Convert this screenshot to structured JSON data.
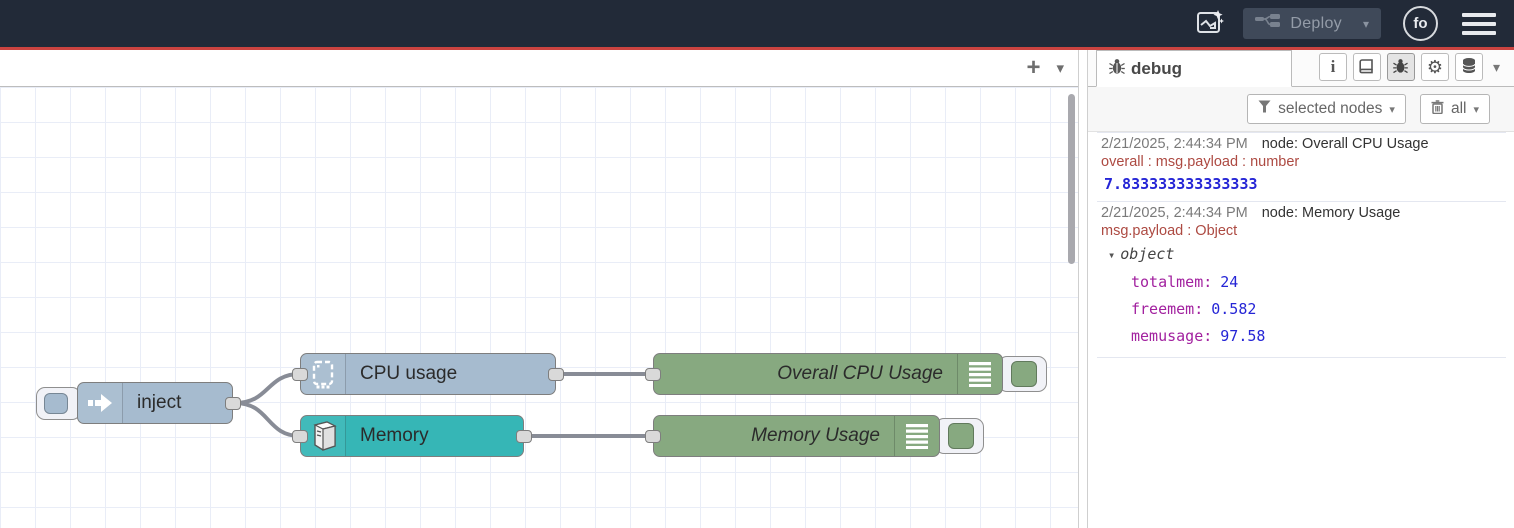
{
  "header": {
    "deploy_label": "Deploy",
    "avatar_text": "fo"
  },
  "icons": {
    "caret_down": "▾",
    "plus": "+",
    "info_glyph": "i",
    "gear_glyph": "⚙"
  },
  "flow": {
    "nodes": {
      "inject": {
        "label": "inject",
        "color": "#a6bbcf"
      },
      "cpu": {
        "label": "CPU usage",
        "color": "#a6bbcf"
      },
      "memory": {
        "label": "Memory",
        "color": "#36b6b6"
      },
      "overall": {
        "label": "Overall CPU Usage",
        "color": "#87a980"
      },
      "memusage": {
        "label": "Memory Usage",
        "color": "#87a980"
      }
    }
  },
  "sidebar": {
    "tab_label": "debug",
    "filter_label": "selected nodes",
    "clear_label": "all",
    "messages": [
      {
        "time": "2/21/2025, 2:44:34 PM",
        "node": "node: Overall CPU Usage",
        "topic": "overall : msg.payload : number",
        "payload": "7.833333333333333"
      },
      {
        "time": "2/21/2025, 2:44:34 PM",
        "node": "node: Memory Usage",
        "topic": "msg.payload : Object",
        "tree_root": "object",
        "props": [
          {
            "key": "totalmem:",
            "value": "24"
          },
          {
            "key": "freemem:",
            "value": "0.582"
          },
          {
            "key": "memusage:",
            "value": "97.58"
          }
        ]
      }
    ]
  },
  "colors": {
    "header_bg": "#222a38",
    "accent_red": "#cb4340",
    "inject_node": "#a6bbcf",
    "memory_node": "#36b6b6",
    "debug_node": "#87a980",
    "wire": "#888c96",
    "key_purple": "#a2219f",
    "value_blue": "#2525d6",
    "topic_red": "#ad4a42"
  }
}
